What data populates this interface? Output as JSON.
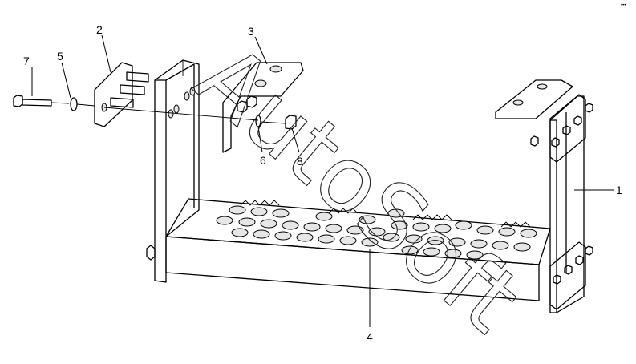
{
  "diagram": {
    "callouts": [
      {
        "label": "1",
        "part": "side-bracket"
      },
      {
        "label": "2",
        "part": "stud-plate"
      },
      {
        "label": "3",
        "part": "mounting-bracket"
      },
      {
        "label": "4",
        "part": "step-tread"
      },
      {
        "label": "5",
        "part": "washer"
      },
      {
        "label": "6",
        "part": "washer"
      },
      {
        "label": "7",
        "part": "bolt"
      },
      {
        "label": "8",
        "part": "nut"
      }
    ],
    "watermark": "AutoSoft",
    "corner_mark": "•••"
  }
}
